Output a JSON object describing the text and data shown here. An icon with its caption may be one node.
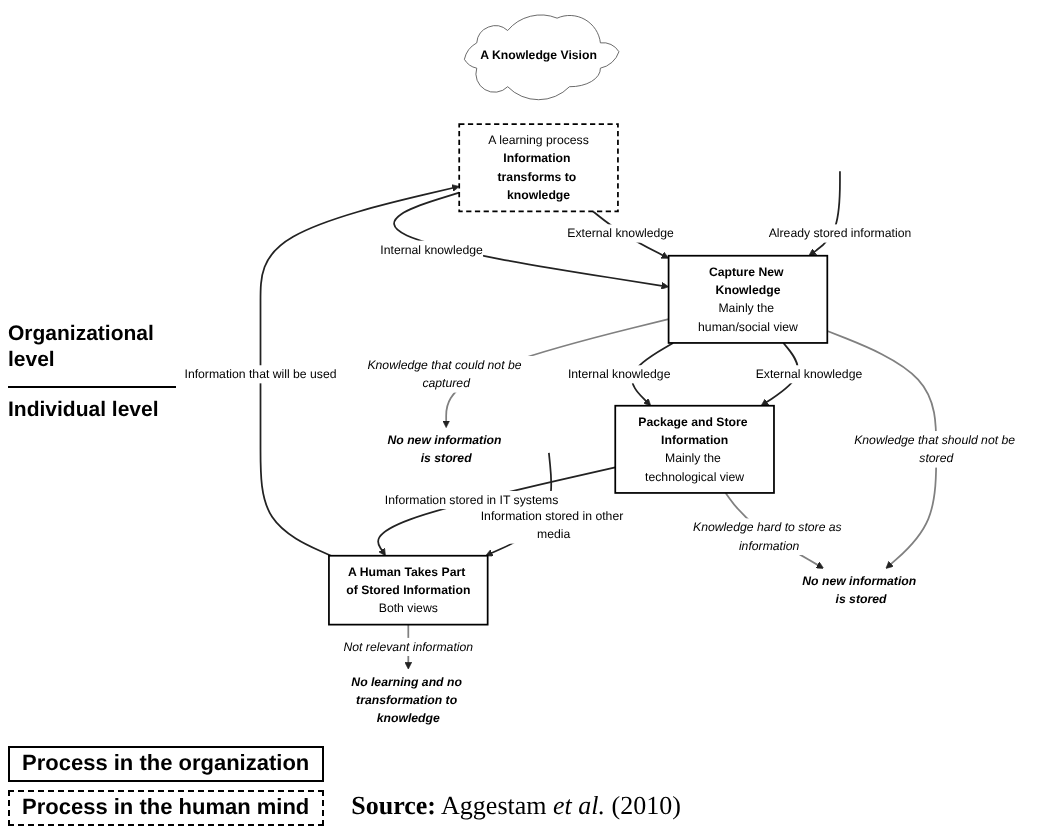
{
  "diagram": {
    "nodes": [
      {
        "text": [
          "A Knowledge Vision"
        ]
      },
      {
        "text": [
          "No new information is stored"
        ]
      },
      {
        "text": [
          "No new information is stored"
        ]
      },
      {
        "text": [
          "Capture New Knowledge",
          "Mainly the human/social view"
        ]
      },
      {
        "text": [
          "Package and Store Information",
          "Mainly the technological view"
        ]
      },
      {
        "text": [
          "A learning process",
          "Information transforms to knowledge"
        ]
      },
      {
        "text": [
          "A Human Takes Part of Stored Information",
          "Both views"
        ]
      },
      {
        "text": [
          "No learning and no transformation to knowledge"
        ]
      }
    ],
    "edges": [
      {
        "from": 3,
        "to": 1,
        "arrow": "to",
        "label": "Knowledge that could not be captured",
        "color": "#808080"
      },
      {
        "from": 3,
        "to": 2,
        "arrow": "to",
        "label": "Knowledge that should not be stored",
        "color": "#808080"
      },
      {
        "from": 4,
        "to": 2,
        "arrow": "to",
        "label": "Knowledge hard to store as information",
        "color": "#808080"
      },
      {
        "from": null,
        "to": 3,
        "arrow": "to",
        "label": "Already stored information"
      },
      {
        "from": 3,
        "to": 4,
        "arrow": "to",
        "label": "External knowledge"
      },
      {
        "from": 3,
        "to": 4,
        "arrow": "to",
        "label": "Internal knowledge"
      },
      {
        "from": 5,
        "to": 3,
        "arrow": "to",
        "label": "External knowledge"
      },
      {
        "from": 5,
        "to": 3,
        "arrow": "to",
        "label": "Internal knowledge"
      },
      {
        "from": null,
        "to": 6,
        "arrow": "to",
        "label": "Information stored in other media"
      },
      {
        "from": 4,
        "to": 6,
        "arrow": "to",
        "label": "Information stored in IT systems"
      },
      {
        "from": 6,
        "to": 5,
        "arrow": "to",
        "label": "Information that will be used"
      },
      {
        "from": 6,
        "to": 7,
        "arrow": "to",
        "label": "Not relevant information",
        "color": "#808080"
      }
    ],
    "labels": [
      "Organizational level",
      "Individual level"
    ],
    "legend": [
      {
        "text": "Process in the organization"
      },
      {
        "text": "Process in the human mind"
      }
    ],
    "caption": "**Source:** Aggestam *et al.* (2010)"
  }
}
